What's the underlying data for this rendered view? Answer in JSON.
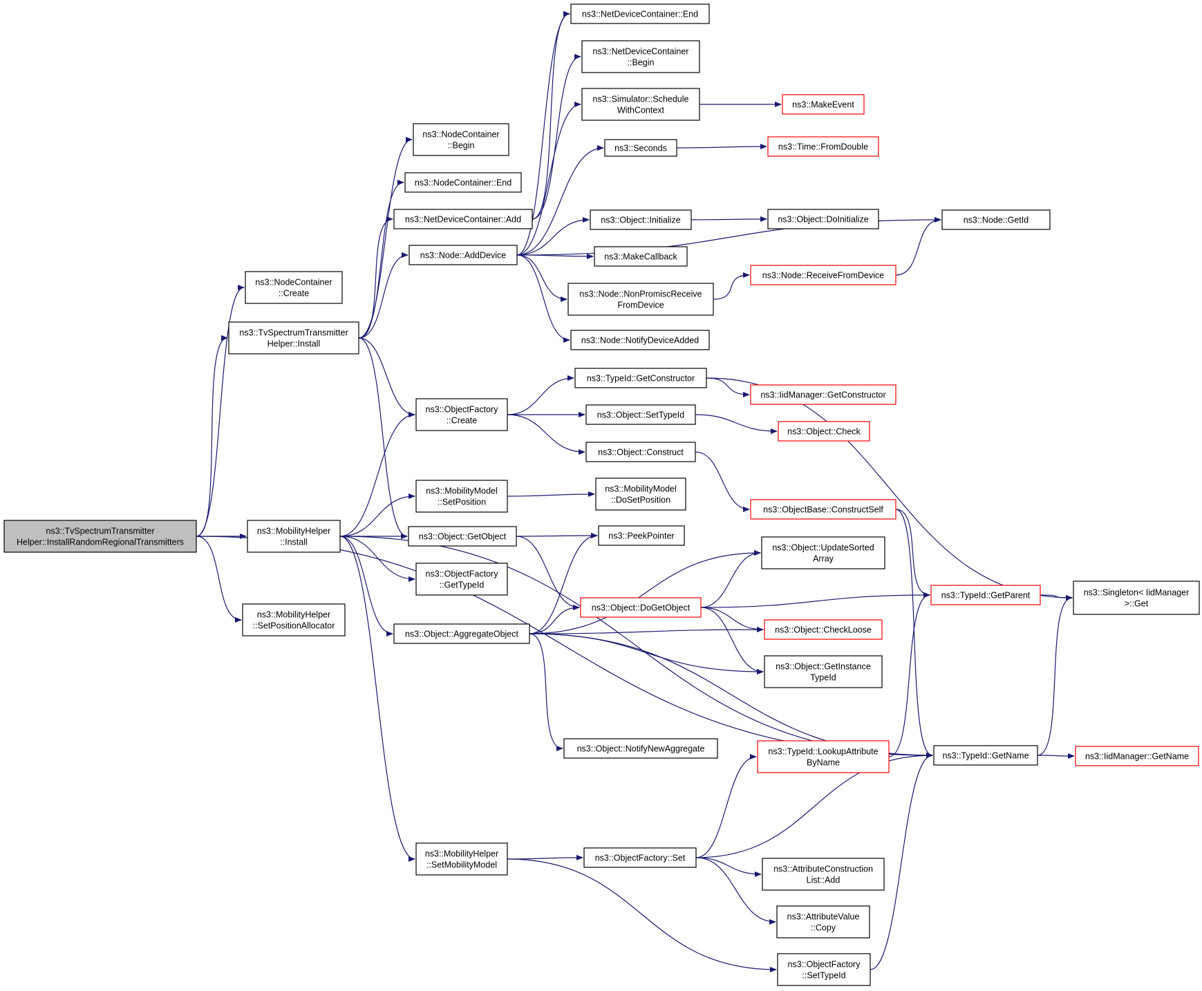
{
  "colors": {
    "edge": "#191970",
    "node_border": "#000000",
    "truncated_border": "#ff0000",
    "focus_fill": "#bfbfbf",
    "node_fill": "#ffffff"
  },
  "nodes": {
    "root": {
      "lines": [
        "ns3::TvSpectrumTransmitter",
        "Helper::InstallRandomRegionalTransmitters"
      ],
      "state": "focus"
    },
    "nc_create": {
      "lines": [
        "ns3::NodeContainer",
        "::Create"
      ],
      "state": "normal"
    },
    "tvsth_install": {
      "lines": [
        "ns3::TvSpectrumTransmitter",
        "Helper::Install"
      ],
      "state": "normal"
    },
    "mh_install": {
      "lines": [
        "ns3::MobilityHelper",
        "::Install"
      ],
      "state": "normal"
    },
    "mh_setposalloc": {
      "lines": [
        "ns3::MobilityHelper",
        "::SetPositionAllocator"
      ],
      "state": "normal"
    },
    "nc_begin": {
      "lines": [
        "ns3::NodeContainer",
        "::Begin"
      ],
      "state": "normal"
    },
    "nc_end": {
      "lines": [
        "ns3::NodeContainer::End"
      ],
      "state": "normal"
    },
    "ndc_add": {
      "lines": [
        "ns3::NetDeviceContainer::Add"
      ],
      "state": "normal"
    },
    "node_adddevice": {
      "lines": [
        "ns3::Node::AddDevice"
      ],
      "state": "normal"
    },
    "of_create": {
      "lines": [
        "ns3::ObjectFactory",
        "::Create"
      ],
      "state": "normal"
    },
    "mm_setpos": {
      "lines": [
        "ns3::MobilityModel",
        "::SetPosition"
      ],
      "state": "normal"
    },
    "obj_getobject": {
      "lines": [
        "ns3::Object::GetObject"
      ],
      "state": "normal"
    },
    "of_gettypeid": {
      "lines": [
        "ns3::ObjectFactory",
        "::GetTypeId"
      ],
      "state": "normal"
    },
    "obj_aggregate": {
      "lines": [
        "ns3::Object::AggregateObject"
      ],
      "state": "normal"
    },
    "mh_setmobmodel": {
      "lines": [
        "ns3::MobilityHelper",
        "::SetMobilityModel"
      ],
      "state": "normal"
    },
    "ndc_end": {
      "lines": [
        "ns3::NetDeviceContainer::End"
      ],
      "state": "normal"
    },
    "ndc_begin": {
      "lines": [
        "ns3::NetDeviceContainer",
        "::Begin"
      ],
      "state": "normal"
    },
    "sim_schedule": {
      "lines": [
        "ns3::Simulator::Schedule",
        "WithContext"
      ],
      "state": "normal"
    },
    "seconds": {
      "lines": [
        "ns3::Seconds"
      ],
      "state": "normal"
    },
    "obj_initialize": {
      "lines": [
        "ns3::Object::Initialize"
      ],
      "state": "normal"
    },
    "makecallback": {
      "lines": [
        "ns3::MakeCallback"
      ],
      "state": "normal"
    },
    "node_nonpromisc": {
      "lines": [
        "ns3::Node::NonPromiscReceive",
        "FromDevice"
      ],
      "state": "normal"
    },
    "node_notifydevice": {
      "lines": [
        "ns3::Node::NotifyDeviceAdded"
      ],
      "state": "normal"
    },
    "typeid_getctor": {
      "lines": [
        "ns3::TypeId::GetConstructor"
      ],
      "state": "normal"
    },
    "obj_settypeid": {
      "lines": [
        "ns3::Object::SetTypeId"
      ],
      "state": "normal"
    },
    "obj_construct": {
      "lines": [
        "ns3::Object::Construct"
      ],
      "state": "normal"
    },
    "mm_dosetpos": {
      "lines": [
        "ns3::MobilityModel",
        "::DoSetPosition"
      ],
      "state": "normal"
    },
    "peekpointer": {
      "lines": [
        "ns3::PeekPointer"
      ],
      "state": "normal"
    },
    "obj_updatesorted": {
      "lines": [
        "ns3::Object::UpdateSorted",
        "Array"
      ],
      "state": "normal"
    },
    "obj_dogetobject": {
      "lines": [
        "ns3::Object::DoGetObject"
      ],
      "state": "truncated"
    },
    "obj_notifynewagg": {
      "lines": [
        "ns3::Object::NotifyNewAggregate"
      ],
      "state": "normal"
    },
    "of_set": {
      "lines": [
        "ns3::ObjectFactory::Set"
      ],
      "state": "normal"
    },
    "of_settypeid": {
      "lines": [
        "ns3::ObjectFactory",
        "::SetTypeId"
      ],
      "state": "normal"
    },
    "makeevent": {
      "lines": [
        "ns3::MakeEvent"
      ],
      "state": "truncated"
    },
    "time_fromdouble": {
      "lines": [
        "ns3::Time::FromDouble"
      ],
      "state": "truncated"
    },
    "obj_doinitialize": {
      "lines": [
        "ns3::Object::DoInitialize"
      ],
      "state": "normal"
    },
    "node_receivefromdevice": {
      "lines": [
        "ns3::Node::ReceiveFromDevice"
      ],
      "state": "truncated"
    },
    "iidm_getctor": {
      "lines": [
        "ns3::IidManager::GetConstructor"
      ],
      "state": "truncated"
    },
    "obj_check": {
      "lines": [
        "ns3::Object::Check"
      ],
      "state": "truncated"
    },
    "objbase_constructself": {
      "lines": [
        "ns3::ObjectBase::ConstructSelf"
      ],
      "state": "truncated"
    },
    "obj_checkloose": {
      "lines": [
        "ns3::Object::CheckLoose"
      ],
      "state": "truncated"
    },
    "obj_getinstancetypeid": {
      "lines": [
        "ns3::Object::GetInstance",
        "TypeId"
      ],
      "state": "normal"
    },
    "typeid_lookupattr": {
      "lines": [
        "ns3::TypeId::LookupAttribute",
        "ByName"
      ],
      "state": "truncated"
    },
    "attrctor_add": {
      "lines": [
        "ns3::AttributeConstruction",
        "List::Add"
      ],
      "state": "normal"
    },
    "attrval_copy": {
      "lines": [
        "ns3::AttributeValue",
        "::Copy"
      ],
      "state": "normal"
    },
    "node_getid": {
      "lines": [
        "ns3::Node::GetId"
      ],
      "state": "normal"
    },
    "typeid_getparent": {
      "lines": [
        "ns3::TypeId::GetParent"
      ],
      "state": "truncated"
    },
    "typeid_getname": {
      "lines": [
        "ns3::TypeId::GetName"
      ],
      "state": "normal"
    },
    "singleton_get": {
      "lines": [
        "ns3::Singleton< IidManager",
        " >::Get"
      ],
      "state": "normal"
    },
    "iidm_getname": {
      "lines": [
        "ns3::IidManager::GetName"
      ],
      "state": "truncated"
    }
  },
  "edges": [
    [
      "root",
      "nc_create"
    ],
    [
      "root",
      "tvsth_install"
    ],
    [
      "root",
      "mh_install"
    ],
    [
      "root",
      "mh_setposalloc"
    ],
    [
      "root",
      "typeid_getname"
    ],
    [
      "tvsth_install",
      "nc_begin"
    ],
    [
      "tvsth_install",
      "nc_end"
    ],
    [
      "tvsth_install",
      "ndc_add"
    ],
    [
      "tvsth_install",
      "node_adddevice"
    ],
    [
      "tvsth_install",
      "of_create"
    ],
    [
      "tvsth_install",
      "obj_getobject"
    ],
    [
      "mh_install",
      "of_create"
    ],
    [
      "mh_install",
      "mm_setpos"
    ],
    [
      "mh_install",
      "obj_getobject"
    ],
    [
      "mh_install",
      "of_gettypeid"
    ],
    [
      "mh_install",
      "obj_aggregate"
    ],
    [
      "mh_install",
      "mh_setmobmodel"
    ],
    [
      "mh_install",
      "typeid_getname"
    ],
    [
      "ndc_add",
      "ndc_end"
    ],
    [
      "ndc_add",
      "ndc_begin"
    ],
    [
      "node_adddevice",
      "ndc_end"
    ],
    [
      "node_adddevice",
      "sim_schedule"
    ],
    [
      "node_adddevice",
      "seconds"
    ],
    [
      "node_adddevice",
      "obj_initialize"
    ],
    [
      "node_adddevice",
      "makecallback"
    ],
    [
      "node_adddevice",
      "node_nonpromisc"
    ],
    [
      "node_adddevice",
      "node_notifydevice"
    ],
    [
      "node_adddevice",
      "node_getid"
    ],
    [
      "of_create",
      "typeid_getctor"
    ],
    [
      "of_create",
      "obj_settypeid"
    ],
    [
      "of_create",
      "obj_construct"
    ],
    [
      "mm_setpos",
      "mm_dosetpos"
    ],
    [
      "obj_getobject",
      "peekpointer"
    ],
    [
      "obj_getobject",
      "obj_dogetobject"
    ],
    [
      "obj_aggregate",
      "peekpointer"
    ],
    [
      "obj_aggregate",
      "obj_updatesorted"
    ],
    [
      "obj_aggregate",
      "obj_dogetobject"
    ],
    [
      "obj_aggregate",
      "obj_checkloose"
    ],
    [
      "obj_aggregate",
      "obj_getinstancetypeid"
    ],
    [
      "obj_aggregate",
      "obj_notifynewagg"
    ],
    [
      "obj_aggregate",
      "typeid_getname"
    ],
    [
      "mh_setmobmodel",
      "of_set"
    ],
    [
      "mh_setmobmodel",
      "of_settypeid"
    ],
    [
      "sim_schedule",
      "makeevent"
    ],
    [
      "seconds",
      "time_fromdouble"
    ],
    [
      "obj_initialize",
      "obj_doinitialize"
    ],
    [
      "node_nonpromisc",
      "node_receivefromdevice"
    ],
    [
      "node_receivefromdevice",
      "node_getid"
    ],
    [
      "typeid_getctor",
      "iidm_getctor"
    ],
    [
      "typeid_getctor",
      "singleton_get"
    ],
    [
      "obj_settypeid",
      "obj_check"
    ],
    [
      "obj_construct",
      "objbase_constructself"
    ],
    [
      "objbase_constructself",
      "typeid_getparent"
    ],
    [
      "objbase_constructself",
      "typeid_getname"
    ],
    [
      "obj_dogetobject",
      "obj_updatesorted"
    ],
    [
      "obj_dogetobject",
      "typeid_getparent"
    ],
    [
      "obj_dogetobject",
      "obj_checkloose"
    ],
    [
      "obj_dogetobject",
      "obj_getinstancetypeid"
    ],
    [
      "of_set",
      "typeid_lookupattr"
    ],
    [
      "of_set",
      "typeid_getname"
    ],
    [
      "of_set",
      "attrctor_add"
    ],
    [
      "of_set",
      "attrval_copy"
    ],
    [
      "of_settypeid",
      "typeid_getname"
    ],
    [
      "typeid_lookupattr",
      "typeid_getparent"
    ],
    [
      "typeid_getparent",
      "singleton_get"
    ],
    [
      "typeid_getname",
      "singleton_get"
    ],
    [
      "typeid_getname",
      "iidm_getname"
    ]
  ]
}
